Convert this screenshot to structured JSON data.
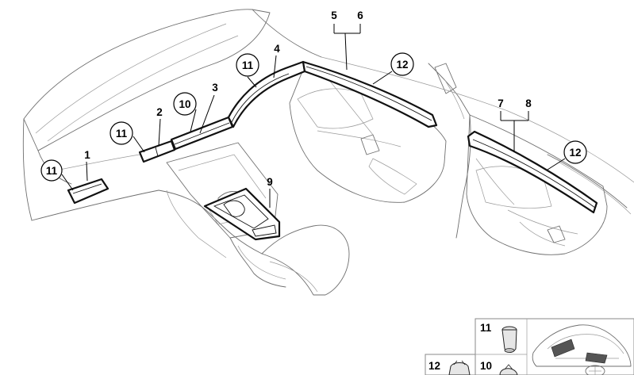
{
  "diagram": {
    "callouts": {
      "c1": "1",
      "c2": "2",
      "c3": "3",
      "c4": "4",
      "c5": "5",
      "c6": "6",
      "c7": "7",
      "c8": "8",
      "c9": "9",
      "c10": "10",
      "c11a": "11",
      "c11b": "11",
      "c11c": "11",
      "c12a": "12",
      "c12b": "12"
    },
    "legend": {
      "clip_11": "11",
      "clip_12": "12",
      "clip_10": "10"
    }
  }
}
